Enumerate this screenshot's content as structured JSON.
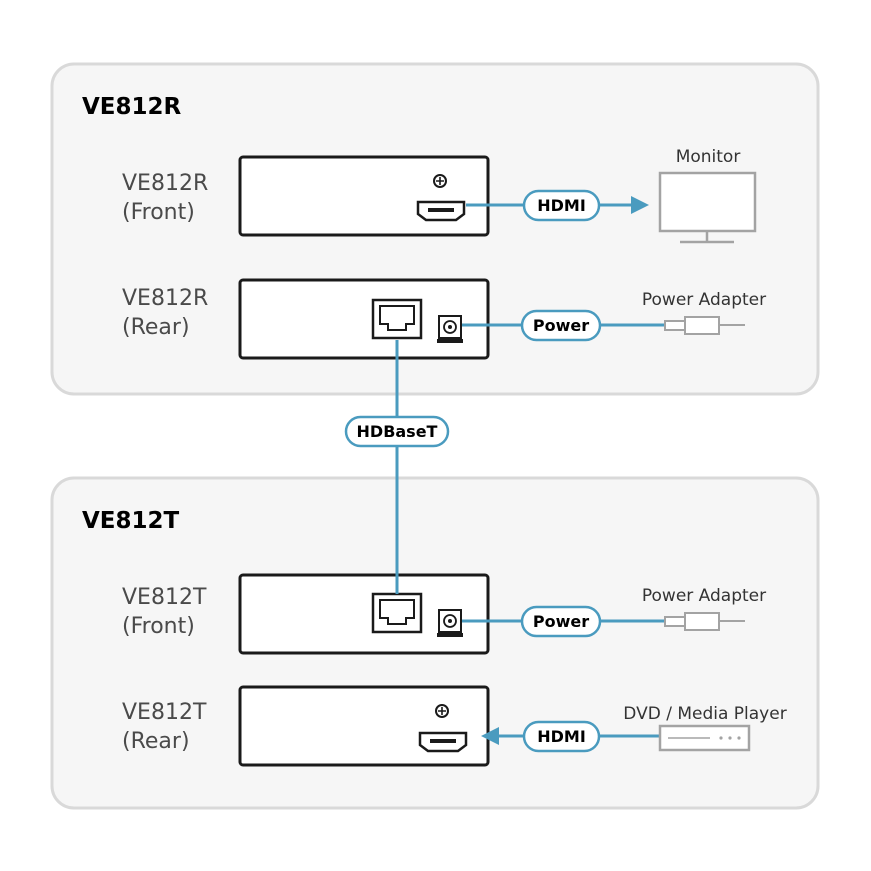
{
  "colors": {
    "cable": "#4a9bbf",
    "panel_bg": "#f6f6f6",
    "panel_border": "#d9d9d9",
    "device": "#a3a3a3"
  },
  "receiver": {
    "title": "VE812R",
    "front_label_1": "VE812R",
    "front_label_2": "(Front)",
    "rear_label_1": "VE812R",
    "rear_label_2": "(Rear)"
  },
  "transmitter": {
    "title": "VE812T",
    "front_label_1": "VE812T",
    "front_label_2": "(Front)",
    "rear_label_1": "VE812T",
    "rear_label_2": "(Rear)"
  },
  "connections": {
    "hdmi_out": "HDMI",
    "power_r": "Power",
    "hdbaset": "HDBaseT",
    "power_t": "Power",
    "hdmi_in": "HDMI"
  },
  "devices": {
    "monitor": "Monitor",
    "power_adapter_r": "Power Adapter",
    "power_adapter_t": "Power Adapter",
    "source": "DVD / Media Player"
  },
  "icons": [
    "hdmi-port-icon",
    "rj45-port-icon",
    "power-jack-icon",
    "screw-icon",
    "monitor-icon",
    "power-adapter-icon",
    "media-player-icon",
    "arrow-icon"
  ]
}
